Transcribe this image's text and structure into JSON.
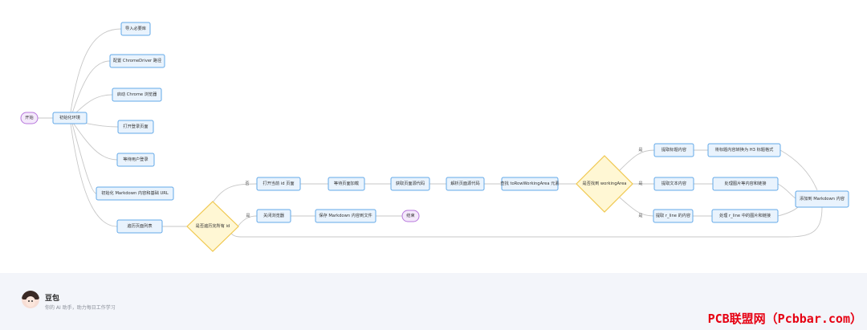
{
  "diagram": {
    "nodes": {
      "start": "开始",
      "init_env": "初始化环境",
      "import_libs": "导入必要库",
      "config_driver": "配置 ChromeDriver 路径",
      "launch_chrome": "启动 Chrome 浏览器",
      "open_login": "打开登录页面",
      "wait_login": "等待用户登录",
      "init_urls": "初始化 Markdown 内容和基础 URL",
      "loop_pages": "遍历页面列表",
      "has_ids": "是否遍历完所有 id",
      "open_id_page": "打开当前 id 页面",
      "wait_load": "等待页面加载",
      "get_source": "获取页面源代码",
      "parse_source": "解析页面源代码",
      "find_class": "查找 toRowWorkingArea 元素",
      "has_wa": "是否找到 workingArea",
      "close_browser": "关闭浏览器",
      "save_md": "保存 Markdown 内容到文件",
      "end": "结束",
      "extract_title": "提取标题内容",
      "convert_title": "将标题内容转换为 H3 标题格式",
      "extract_text": "提取文本内容",
      "handle_text": "处理图片等内容和链接",
      "extract_links": "提取 r_line 的内容",
      "handle_links": "处理 r_line 中的图片和链接",
      "append_md": "添加到 Markdown 内容"
    },
    "edge_labels": {
      "yes": "是",
      "no": "否"
    }
  },
  "footer": {
    "author_name": "豆包",
    "author_desc": "你的 AI 助手，助力每日工作学习"
  },
  "watermark": "PCB联盟网（Pcbbar.com）",
  "colors": {
    "box_fill": "#e9f3fd",
    "box_stroke": "#62a8e8",
    "pill_fill": "#f4e9fb",
    "pill_stroke": "#b777dc",
    "diamond_fill": "#fff7d4",
    "diamond_stroke": "#f0c850",
    "edge": "#c7c7c7",
    "footer_bg": "#f3f5fa",
    "watermark": "#e60012"
  }
}
